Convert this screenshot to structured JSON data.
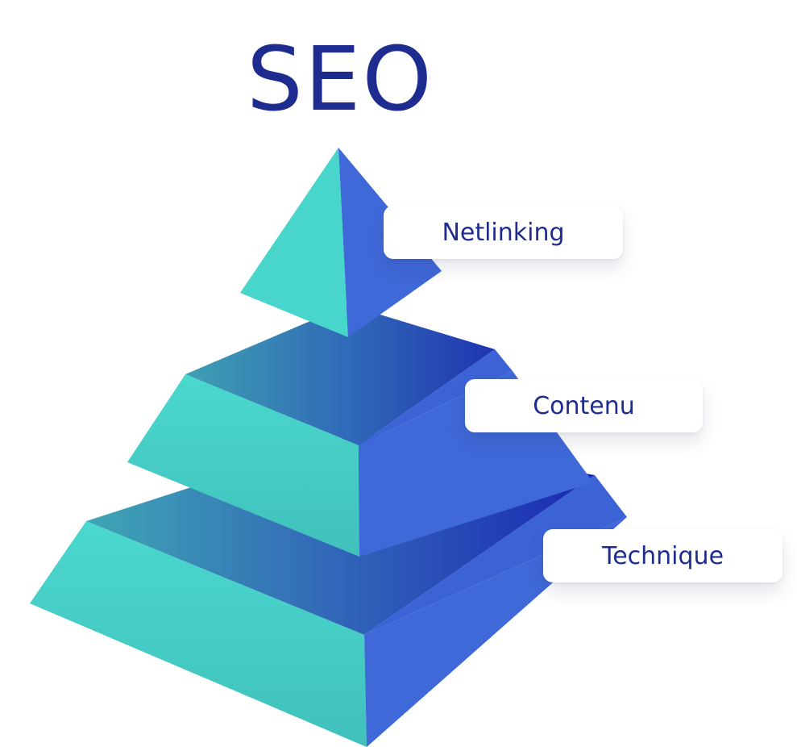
{
  "title": "SEO",
  "layers": [
    {
      "label": "Netlinking"
    },
    {
      "label": "Contenu"
    },
    {
      "label": "Technique"
    }
  ],
  "colors": {
    "title_text": "#1f2c8f",
    "label_text": "#1f2c8f",
    "teal_face": "#48d6cc",
    "blue_face": "#3f68d8",
    "dark_blue": "#1e2aa8",
    "card_background": "#ffffff"
  }
}
